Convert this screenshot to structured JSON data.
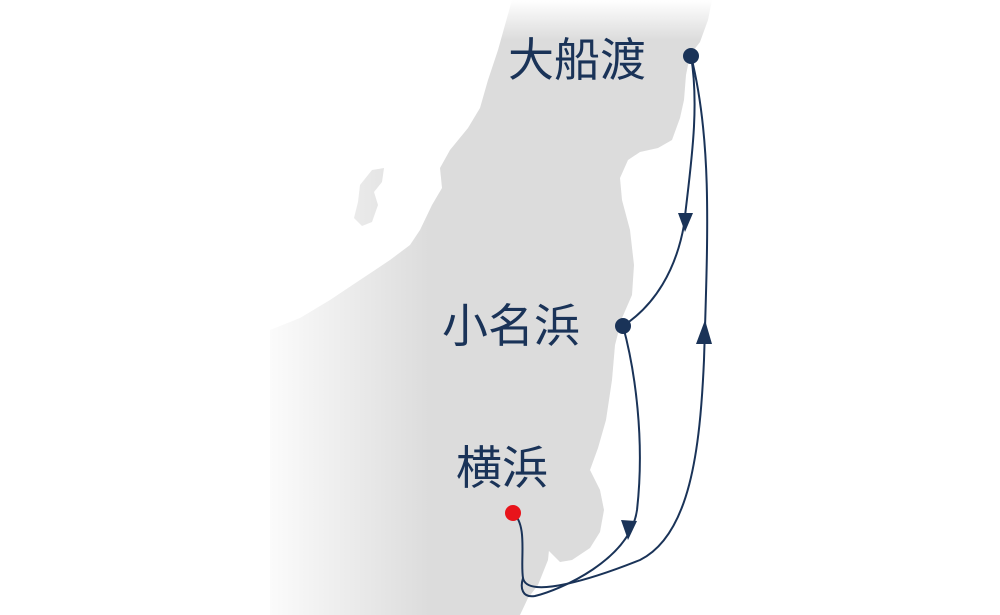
{
  "colors": {
    "land": "#dcdcdc",
    "sea": "#ffffff",
    "route": "#1a3358",
    "port_marker": "#1a3358",
    "home_port_marker": "#e8141b",
    "label": "#1a3358"
  },
  "ports": [
    {
      "id": "ofunato",
      "name": "大船渡",
      "marker_color": "#1a3358"
    },
    {
      "id": "onahama",
      "name": "小名浜",
      "marker_color": "#1a3358"
    },
    {
      "id": "yokohama",
      "name": "横浜",
      "marker_color": "#e8141b"
    }
  ],
  "route": [
    "横浜",
    "大船渡",
    "小名浜",
    "横浜"
  ]
}
